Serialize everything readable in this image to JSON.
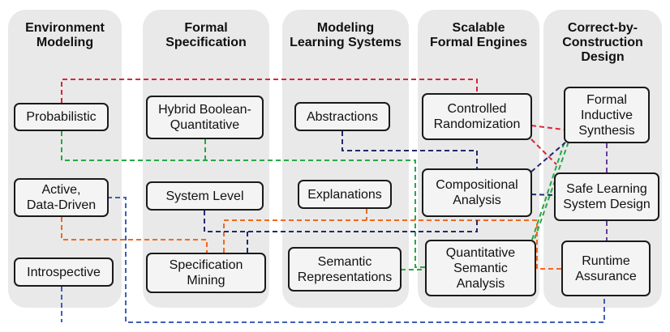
{
  "columns": [
    {
      "title": "Environment\nModeling"
    },
    {
      "title": "Formal\nSpecification"
    },
    {
      "title": "Modeling\nLearning Systems"
    },
    {
      "title": "Scalable\nFormal Engines"
    },
    {
      "title": "Correct-by-\nConstruction\nDesign"
    }
  ],
  "nodes": {
    "probabilistic": "Probabilistic",
    "active": "Active,\nData-Driven",
    "introspective": "Introspective",
    "hybrid": "Hybrid Boolean-\nQuantitative",
    "system_level": "System Level",
    "spec_mining": "Specification\nMining",
    "abstractions": "Abstractions",
    "explanations": "Explanations",
    "semantic_repr": "Semantic\nRepresentations",
    "controlled_rand": "Controlled\nRandomization",
    "compositional": "Compositional\nAnalysis",
    "quant_semantic": "Quantitative\nSemantic\nAnalysis",
    "formal_inductive": "Formal\nInductive\nSynthesis",
    "safe_learning": "Safe Learning\nSystem Design",
    "runtime": "Runtime\nAssurance"
  },
  "colors": {
    "red": "#d9253a",
    "green": "#27a845",
    "orange": "#ef6a1f",
    "navy": "#1f2a6b",
    "blue": "#3d5fb5",
    "purple": "#6a3d9a",
    "column_bg": "#e9e9e9",
    "box_bg": "#f4f4f4"
  }
}
